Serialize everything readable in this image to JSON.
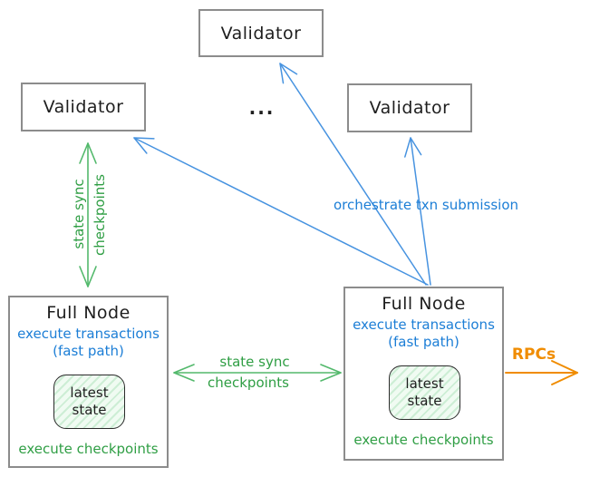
{
  "nodes": {
    "validator_top": {
      "label": "Validator"
    },
    "validator_left": {
      "label": "Validator"
    },
    "validator_right": {
      "label": "Validator"
    },
    "ellipsis": "...",
    "full_node_left": {
      "title": "Full Node",
      "exec_line1": "execute transactions",
      "exec_line2": "(fast path)",
      "state_line1": "latest",
      "state_line2": "state",
      "footer": "execute checkpoints"
    },
    "full_node_right": {
      "title": "Full Node",
      "exec_line1": "execute transactions",
      "exec_line2": "(fast path)",
      "state_line1": "latest",
      "state_line2": "state",
      "footer": "execute checkpoints"
    }
  },
  "edges": {
    "vertical_state_sync": {
      "label_line1": "state sync",
      "label_line2": "checkpoints"
    },
    "horizontal_state_sync": {
      "label_line1": "state sync",
      "label_line2": "checkpoints"
    },
    "orchestrate": {
      "label": "orchestrate txn submission"
    },
    "rpcs": {
      "label": "RPCs"
    }
  },
  "colors": {
    "blue": "#1c7ed6",
    "blue_line": "#4793e0",
    "green": "#2f9e44",
    "green_light": "#53b96c",
    "orange": "#f08c00",
    "box_border": "#8c8c8c",
    "ink": "#1e1e1e"
  }
}
